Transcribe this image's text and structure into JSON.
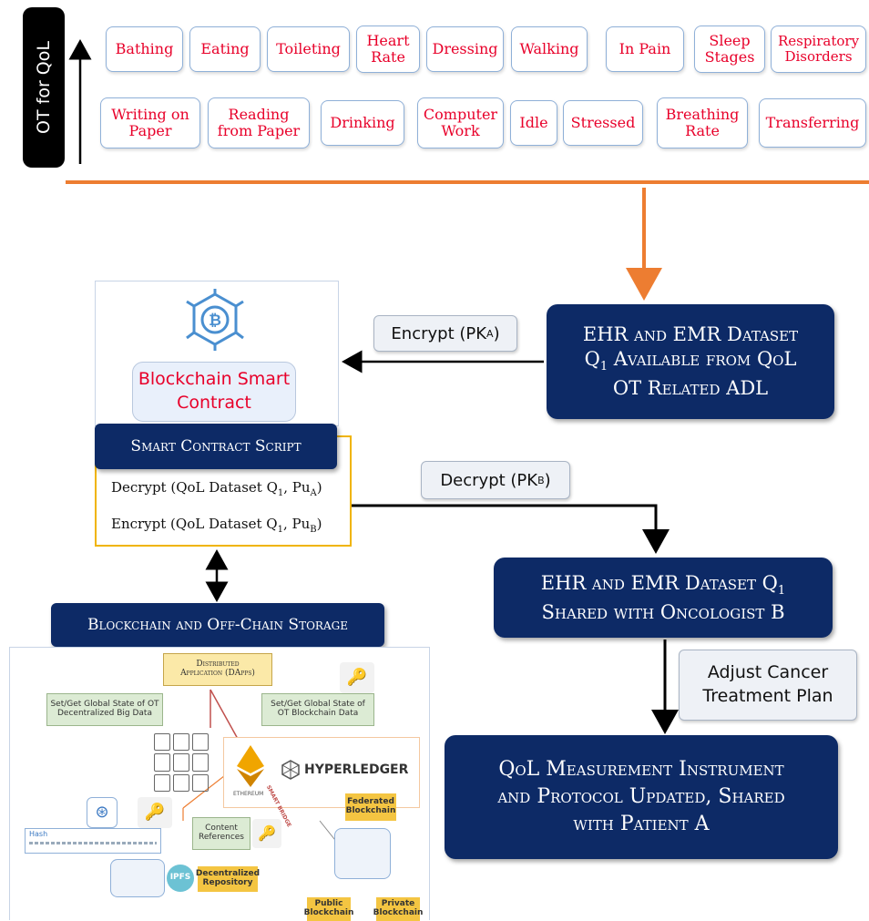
{
  "axis": {
    "label": "OT for QoL"
  },
  "activities": [
    "Bathing",
    "Eating",
    "Toileting",
    "Heart\nRate",
    "Dressing",
    "Walking",
    "In Pain",
    "Sleep\nStages",
    "Respiratory\nDisorders",
    "Writing on\nPaper",
    "Reading\nfrom Paper",
    "Drinking",
    "Computer\nWork",
    "Idle",
    "Stressed",
    "Breathing\nRate",
    "Transferring"
  ],
  "blockchain": {
    "title": "Blockchain Smart Contract",
    "script_header": "Smart Contract Script",
    "decrypt_line": {
      "prefix": "Decrypt (QoL Dataset Q",
      "sub1": "1",
      "mid": ", Pu",
      "sub2": "A",
      "suffix": ")"
    },
    "encrypt_line": {
      "prefix": "Encrypt (QoL Dataset Q",
      "sub1": "1",
      "mid": ", Pu",
      "sub2": "B",
      "suffix": ")"
    },
    "storage_header": "Blockchain and Off-Chain Storage"
  },
  "labels": {
    "encrypt_pk": {
      "prefix": "Encrypt (PK",
      "sub": "A",
      "suffix": ")"
    },
    "decrypt_pk": {
      "prefix": "Decrypt (PK",
      "sub": "B",
      "suffix": ")"
    },
    "adjust": "Adjust Cancer\nTreatment Plan"
  },
  "boxes": {
    "ehr_available": {
      "line1": "EHR and EMR Dataset",
      "line2_pre": "Q",
      "line2_sub": "1",
      "line2_post": " Available from QoL",
      "line3": "OT Related ADL"
    },
    "ehr_shared": {
      "line1_pre": "EHR and EMR Dataset Q",
      "line1_sub": "1",
      "line2": "Shared with Oncologist B"
    },
    "qol_updated": {
      "line1": "QoL Measurement Instrument",
      "line2": "and Protocol Updated, Shared",
      "line3": "with Patient A"
    }
  },
  "storage": {
    "dapps": "Distributed\nApplication (DApps)",
    "set_get_big": "Set/Get Global State of OT\nDecentralized Big Data",
    "set_get_chain": "Set/Get Global State of\nOT Blockchain Data",
    "hyperledger": "HYPERLEDGER",
    "ethereum": "ETHEREUM",
    "content_refs": "Content\nReferences",
    "hash": "Hash",
    "ipfs": "IPFS",
    "decentralized_repo": "Decentralized\nRepository",
    "federated": "Federated\nBlockchain",
    "public": "Public\nBlockchain",
    "private": "Private\nBlockchain",
    "smart_bridge": "SMART BRIDGE"
  },
  "colors": {
    "navy": "#0d2a66",
    "orange": "#ed7d31",
    "red_text": "#e8002a",
    "gold_border": "#f0b400"
  }
}
